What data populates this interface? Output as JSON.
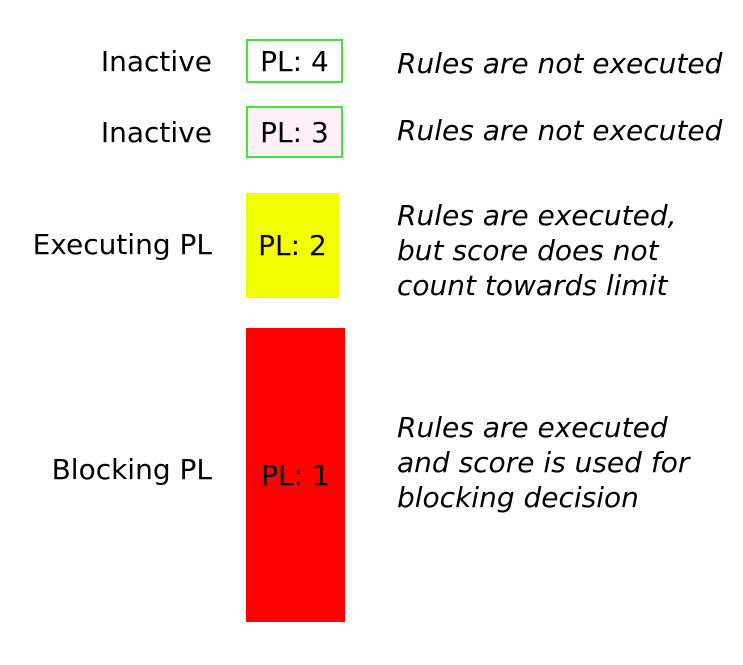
{
  "diagram": {
    "rows": [
      {
        "label": "Inactive",
        "box_label": "PL: 4",
        "box_fill": "#ffffff",
        "box_border": "#3fe43f",
        "description_lines": [
          "Rules are not executed"
        ]
      },
      {
        "label": "Inactive",
        "box_label": "PL: 3",
        "box_fill": "#fdf0f7",
        "box_border": "#3fe43f",
        "description_lines": [
          "Rules are not executed"
        ]
      },
      {
        "label": "Executing PL",
        "box_label": "PL: 2",
        "box_fill": "#f2ff00",
        "description_lines": [
          "Rules are executed,",
          "but score does not",
          "count towards limit"
        ]
      },
      {
        "label": "Blocking PL",
        "box_label": "PL: 1",
        "box_fill": "#ff0000",
        "description_lines": [
          "Rules are executed",
          "and score is used for",
          "blocking decision"
        ]
      }
    ],
    "colors": {
      "background": "#ffffff",
      "text": "#000000",
      "inactive_border_green": "#3fe43f",
      "pl3_fill_pink": "#fdf0f7",
      "executing_yellow": "#f2ff00",
      "blocking_red": "#ff0000"
    }
  }
}
